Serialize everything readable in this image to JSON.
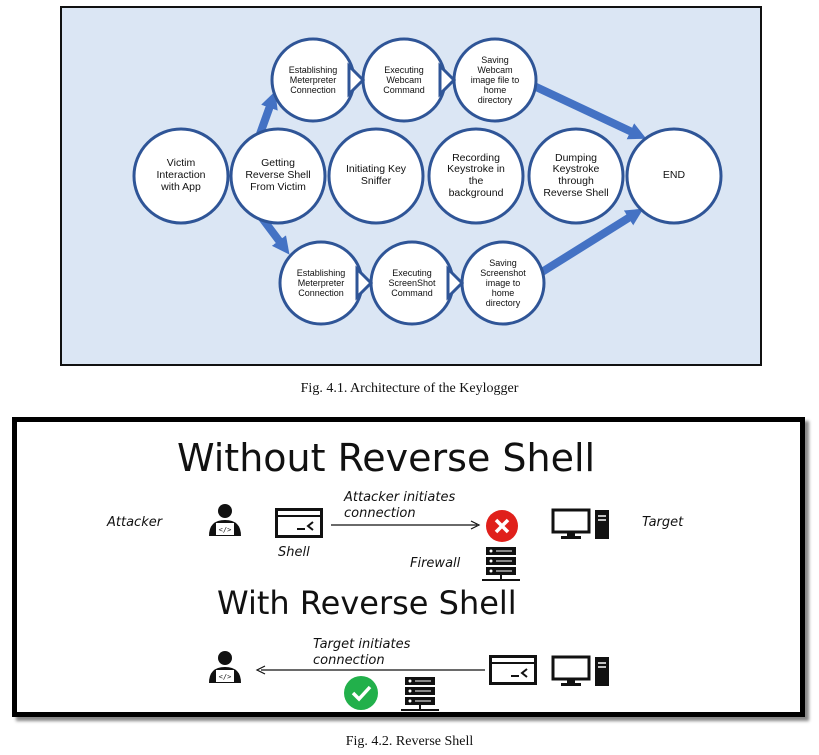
{
  "figure1": {
    "caption": "Fig. 4.1. Architecture of the Keylogger",
    "nodes": [
      {
        "id": "victim",
        "lines": [
          "Victim",
          "Interaction",
          "with App"
        ]
      },
      {
        "id": "shell",
        "lines": [
          "Getting",
          "Reverse Shell",
          "From Victim"
        ]
      },
      {
        "id": "sniffer",
        "lines": [
          "Initiating Key",
          "Sniffer"
        ]
      },
      {
        "id": "record",
        "lines": [
          "Recording",
          "Keystroke in",
          "the",
          "background"
        ]
      },
      {
        "id": "dump",
        "lines": [
          "Dumping",
          "Keystroke",
          "through",
          "Reverse Shell"
        ]
      },
      {
        "id": "end",
        "lines": [
          "END"
        ]
      },
      {
        "id": "met1",
        "lines": [
          "Establishing",
          "Meterpreter",
          "Connection"
        ]
      },
      {
        "id": "webcam",
        "lines": [
          "Executing",
          "Webcam",
          "Command"
        ]
      },
      {
        "id": "savewebcam",
        "lines": [
          "Saving",
          "Webcam",
          "image file to",
          "home",
          "directory"
        ]
      },
      {
        "id": "met2",
        "lines": [
          "Establishing",
          "Meterpreter",
          "Connection"
        ]
      },
      {
        "id": "screenshot",
        "lines": [
          "Executing",
          "ScreenShot",
          "Command"
        ]
      },
      {
        "id": "savescreen",
        "lines": [
          "Saving",
          "Screenshot",
          "image to",
          "home",
          "directory"
        ]
      }
    ],
    "colors": {
      "background": "#dbe6f4",
      "node_fill": "#ffffff",
      "node_stroke": "#2f5597",
      "arrow": "#4472c4"
    }
  },
  "figure2": {
    "caption": "Fig. 4.2. Reverse Shell",
    "without_title": "Without Reverse Shell",
    "with_title": "With Reverse Shell",
    "attacker_label": "Attacker",
    "shell_label": "Shell",
    "attacker_initiates": [
      "Attacker initiates",
      "connection"
    ],
    "firewall_label": "Firewall",
    "target_label": "Target",
    "target_initiates": [
      "Target initiates",
      "connection"
    ],
    "colors": {
      "block": "#e0201b",
      "allow": "#22b04b",
      "icon": "#111111"
    }
  }
}
